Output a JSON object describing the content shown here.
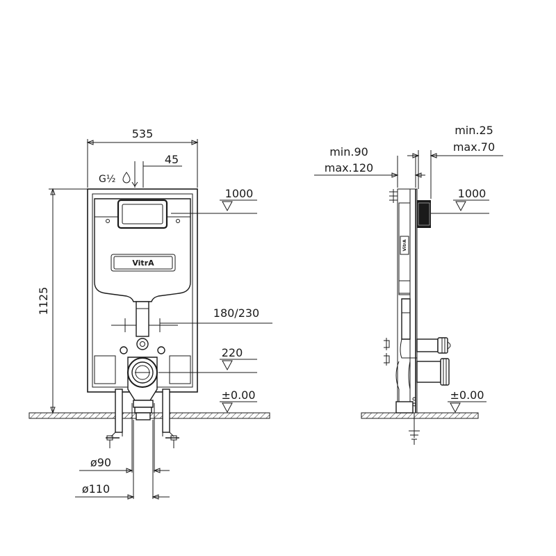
{
  "front_view": {
    "width_dim": "535",
    "offset_dim": "45",
    "height_dim": "1125",
    "level_top": "1000",
    "span_dim": "180/230",
    "level_mid": "220",
    "level_floor": "±0.00",
    "pipe_small": "ø90",
    "pipe_large": "ø110",
    "brand": "VitrA"
  },
  "side_view": {
    "wall_min": "min.90",
    "wall_max": "max.120",
    "gap_min": "min.25",
    "gap_max": "max.70",
    "level_top": "1000",
    "level_floor": "±0.00",
    "brand": "VitrA"
  }
}
